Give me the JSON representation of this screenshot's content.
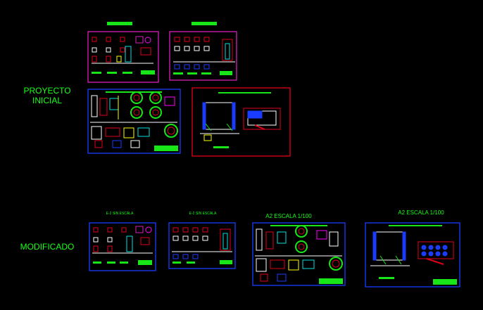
{
  "labels": {
    "proyecto_line1": "PROYECTO",
    "proyecto_line2": "INICIAL",
    "modificado": "MODIFICADO"
  },
  "captions": {
    "mod_sheet1": "E-2 SIN ESCALA",
    "mod_sheet2": "E-2 SIN ESCALA",
    "mod_sheet3": "A2 ESCALA 1/100",
    "mod_sheet4": "A2 ESCALA 1/100"
  },
  "colors": {
    "background": "#000000",
    "label": "#19ff19",
    "border_magenta": "#d61fb8",
    "border_red": "#e0001a",
    "border_blue": "#1a3cff",
    "title_bar": "#19e619"
  }
}
